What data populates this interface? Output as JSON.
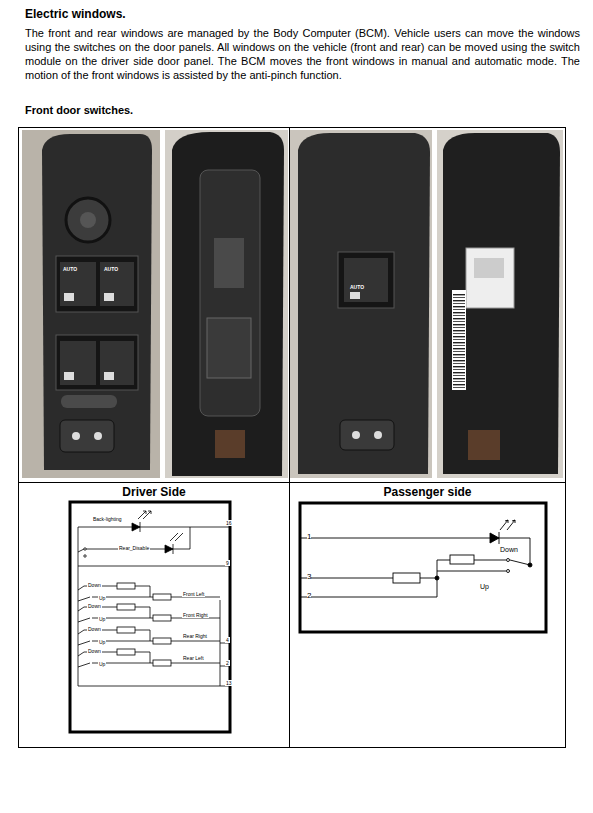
{
  "diagram": {
    "title": "Electric windows.",
    "nodes": [
      {
        "text": [
          "Driver Side"
        ]
      },
      {
        "text": [
          "Passenger side"
        ]
      }
    ],
    "labels": [
      "The front and rear windows are managed by the Body Computer (BCM). Vehicle users can move the windows using the switches on the door panels. All windows on the vehicle (front and rear) can be moved using the switch module on the driver side door panel. The BCM moves the front windows in manual and automatic mode. The motion of the front windows is assisted by the anti-pinch function.",
      "Front door switches.",
      "AUTO",
      "AUTO",
      "AUTO",
      "Back-lighting",
      "Rear_Disable",
      "16",
      "9",
      "Down",
      "Up",
      "Front Left",
      "Down",
      "Up",
      "Front Right",
      "Down",
      "Up",
      "Rear Right",
      "4",
      "Down",
      "Up",
      "Rear Left",
      "2",
      "13",
      "1",
      "3",
      "2",
      "Down",
      "Up"
    ]
  }
}
